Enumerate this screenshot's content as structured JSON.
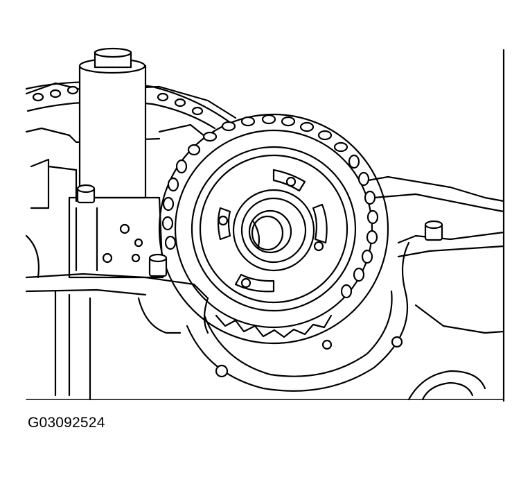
{
  "figure": {
    "id": "G03092524",
    "parts": [
      "camshaft-sprocket",
      "timing-chain",
      "chain-tensioner",
      "cover-plate",
      "mounting-bolts"
    ]
  },
  "colors": {
    "ink": "#000000",
    "paper": "#ffffff"
  }
}
